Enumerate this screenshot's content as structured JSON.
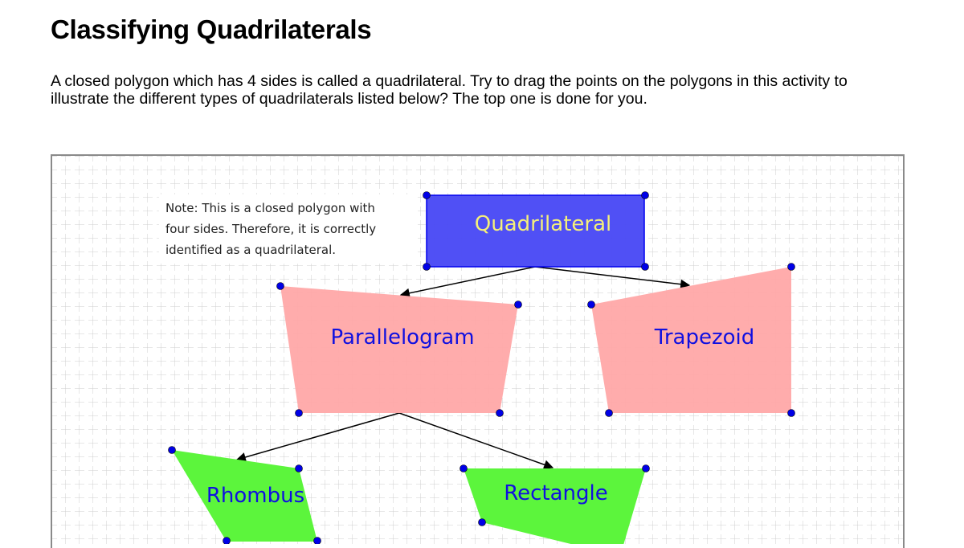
{
  "page": {
    "title": "Classifying Quadrilaterals",
    "intro": "A closed polygon which has 4 sides is called a quadrilateral. Try to drag the points on the polygons in this activity to illustrate the different types of quadrilaterals listed below? The top one is done for you."
  },
  "applet": {
    "note_lines": [
      "Note: This is a closed polygon with",
      "four sides.  Therefore, it is correctly",
      "identified as a quadrilateral."
    ],
    "colors": {
      "quadrilateral_fill": "#4a4af5",
      "quadrilateral_label": "#f5f07a",
      "pink_fill": "#ffa8a8",
      "green_fill": "#5cf53c",
      "label_blue": "#1010e0",
      "point": "#0000e6",
      "grid": "#c8c8c8"
    },
    "shapes": {
      "quadrilateral": {
        "label": "Quadrilateral"
      },
      "parallelogram": {
        "label": "Parallelogram"
      },
      "trapezoid": {
        "label": "Trapezoid"
      },
      "rhombus": {
        "label": "Rhombus"
      },
      "rectangle": {
        "label": "Rectangle"
      }
    }
  }
}
